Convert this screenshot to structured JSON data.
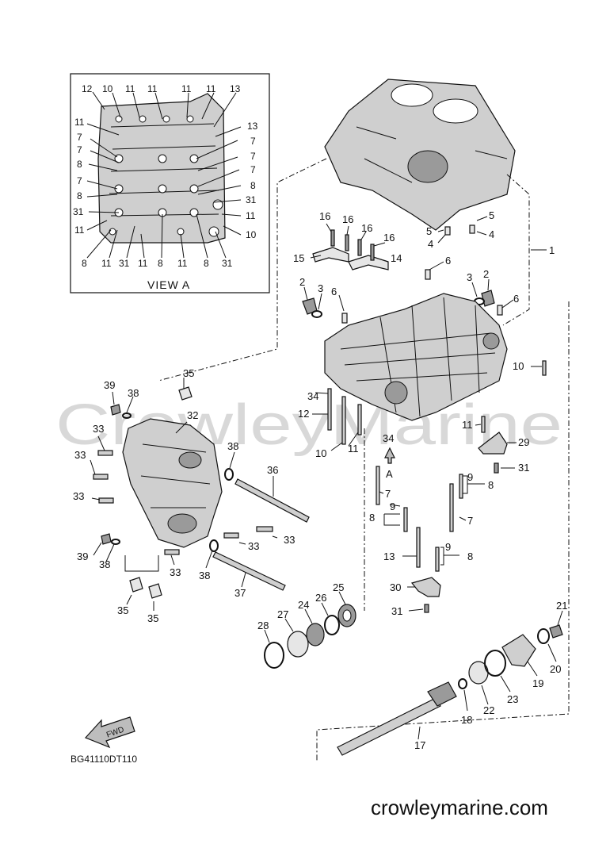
{
  "watermark": "CrowleyMarine",
  "view_a": {
    "title": "VIEW A",
    "labels": [
      "12",
      "10",
      "11",
      "11",
      "11",
      "11",
      "13",
      "11",
      "13",
      "7",
      "7",
      "7",
      "7",
      "8",
      "7",
      "7",
      "8",
      "8",
      "31",
      "31",
      "11",
      "11",
      "10",
      "8",
      "11",
      "31",
      "11",
      "8",
      "11",
      "8",
      "31"
    ]
  },
  "callouts": {
    "c1": "1",
    "c2a": "2",
    "c2b": "2",
    "c3a": "3",
    "c3b": "3",
    "c4a": "4",
    "c4b": "4",
    "c5a": "5",
    "c5b": "5",
    "c6a": "6",
    "c6b": "6",
    "c6c": "6",
    "c7a": "7",
    "c7b": "7",
    "c8a": "8",
    "c8b": "8",
    "c8c": "8",
    "c9a": "9",
    "c9b": "9",
    "c9c": "9",
    "c10a": "10",
    "c10b": "10",
    "c11a": "11",
    "c11b": "11",
    "c12": "12",
    "c13": "13",
    "c14": "14",
    "c15": "15",
    "c16a": "16",
    "c16b": "16",
    "c16c": "16",
    "c16d": "16",
    "c17": "17",
    "c18": "18",
    "c19": "19",
    "c20": "20",
    "c21": "21",
    "c22": "22",
    "c23": "23",
    "c24": "24",
    "c25": "25",
    "c26": "26",
    "c27": "27",
    "c28": "28",
    "c29": "29",
    "c30": "30",
    "c31a": "31",
    "c31b": "31",
    "c32": "32",
    "c33a": "33",
    "c33b": "33",
    "c33c": "33",
    "c33d": "33",
    "c33e": "33",
    "c33f": "33",
    "c34a": "34",
    "c34b": "34",
    "c35a": "35",
    "c35b": "35",
    "c35c": "35",
    "c36": "36",
    "c37": "37",
    "c38a": "38",
    "c38b": "38",
    "c38c": "38",
    "c38d": "38",
    "c39a": "39",
    "c39b": "39",
    "arrow_a": "A"
  },
  "fwd_label": "FWD",
  "diagram_code": "BG41110DT110",
  "site_url": "crowleymarine.com"
}
